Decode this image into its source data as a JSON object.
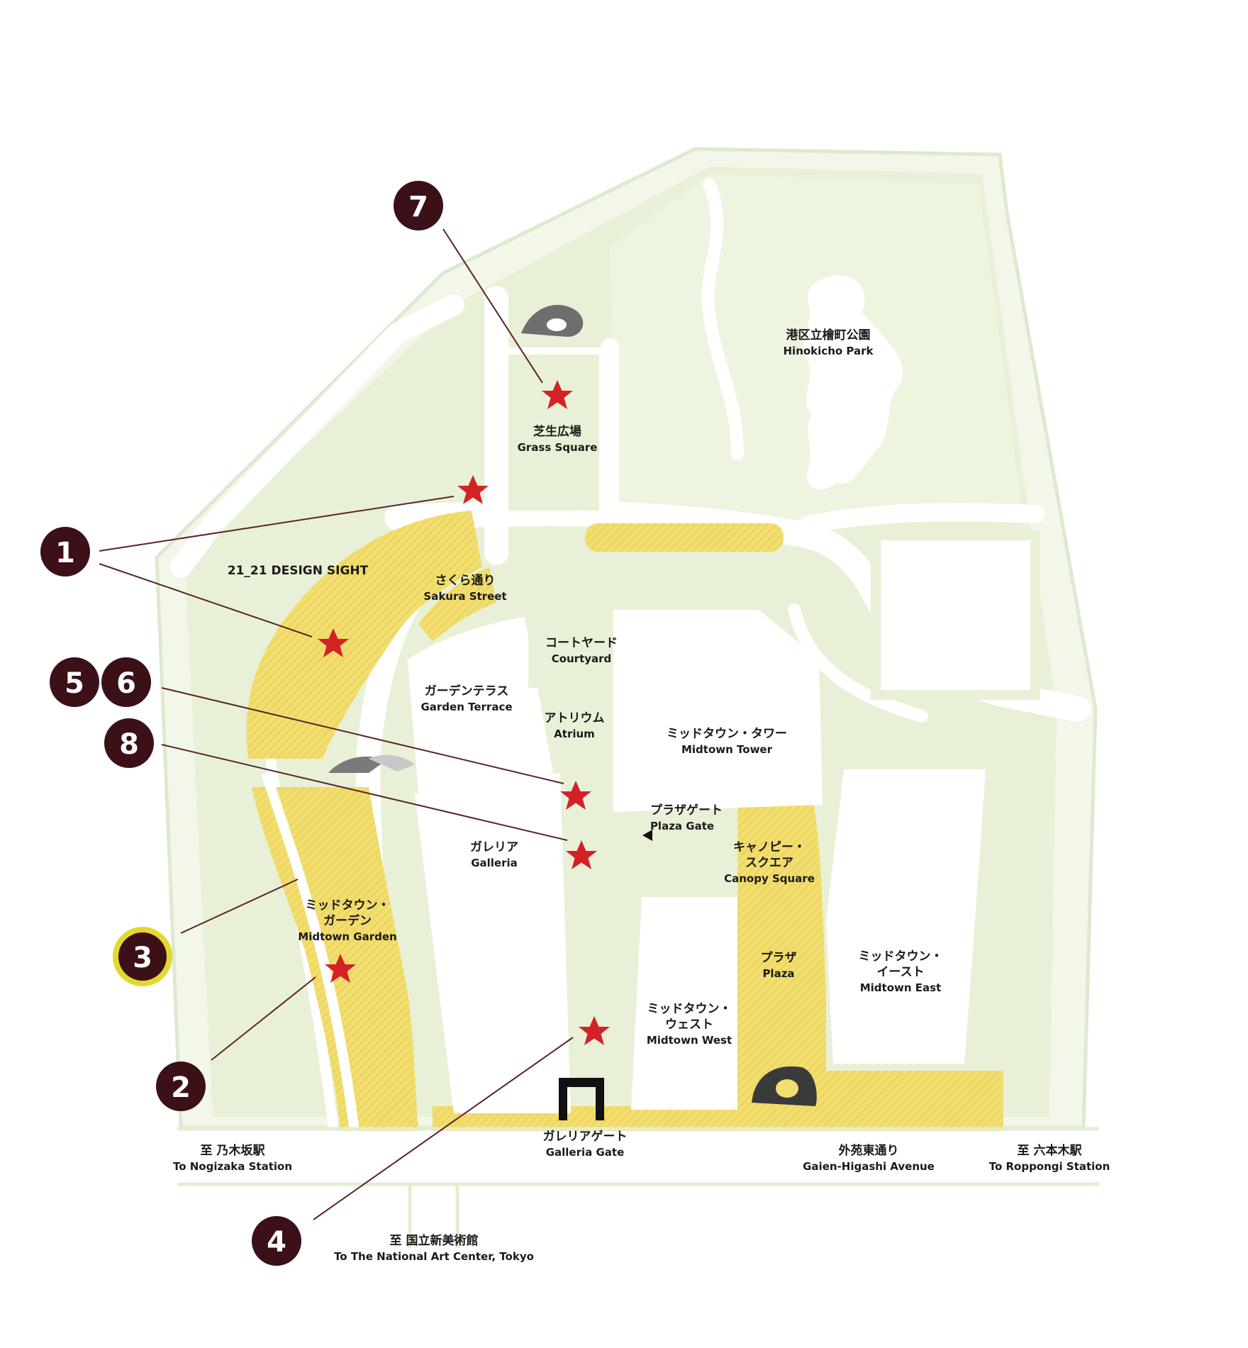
{
  "colors": {
    "outer_park": "#f2f7e9",
    "inner_park": "#e6f0d4",
    "path": "#ffffff",
    "outline": "#d9e8c4",
    "highlight": "#f2de6e",
    "building": "#ffffff",
    "rock": "#707070",
    "marker": "#3b1016",
    "marker_ring": "#e3d832",
    "star": "#d42126",
    "leader": "#5a2428"
  },
  "places": {
    "hinokicho_park": {
      "jp": "港区立檜町公園",
      "en": "Hinokicho Park"
    },
    "grass_square": {
      "jp": "芝生広場",
      "en": "Grass Square"
    },
    "design_sight": {
      "en": "21_21 DESIGN SIGHT"
    },
    "sakura_street": {
      "jp": "さくら通り",
      "en": "Sakura Street"
    },
    "courtyard": {
      "jp": "コートヤード",
      "en": "Courtyard"
    },
    "garden_terrace": {
      "jp": "ガーデンテラス",
      "en": "Garden Terrace"
    },
    "atrium": {
      "jp": "アトリウム",
      "en": "Atrium"
    },
    "midtown_tower": {
      "jp": "ミッドタウン・タワー",
      "en": "Midtown Tower"
    },
    "plaza_gate": {
      "jp": "プラザゲート",
      "en": "Plaza Gate"
    },
    "galleria": {
      "jp": "ガレリア",
      "en": "Galleria"
    },
    "canopy_square": {
      "jp1": "キャノピー・",
      "jp2": "スクエア",
      "en": "Canopy Square"
    },
    "midtown_garden": {
      "jp1": "ミッドタウン・",
      "jp2": "ガーデン",
      "en": "Midtown Garden"
    },
    "plaza": {
      "jp": "プラザ",
      "en": "Plaza"
    },
    "midtown_east": {
      "jp1": "ミッドタウン・",
      "jp2": "イースト",
      "en": "Midtown East"
    },
    "midtown_west": {
      "jp1": "ミッドタウン・",
      "jp2": "ウェスト",
      "en": "Midtown West"
    },
    "galleria_gate": {
      "jp": "ガレリアゲート",
      "en": "Galleria Gate"
    },
    "nogizaka": {
      "jp": "至 乃木坂駅",
      "en": "To Nogizaka Station"
    },
    "gaien": {
      "jp": "外苑東通り",
      "en": "Gaien-Higashi Avenue"
    },
    "roppongi": {
      "jp": "至 六本木駅",
      "en": "To Roppongi Station"
    },
    "national_art_center": {
      "jp": "至 国立新美術館",
      "en": "To The National Art Center, Tokyo"
    }
  },
  "markers": {
    "m1": "1",
    "m2": "2",
    "m3": "3",
    "m4": "4",
    "m5": "5",
    "m6": "6",
    "m7": "7",
    "m8": "8"
  },
  "selected_marker": "3"
}
